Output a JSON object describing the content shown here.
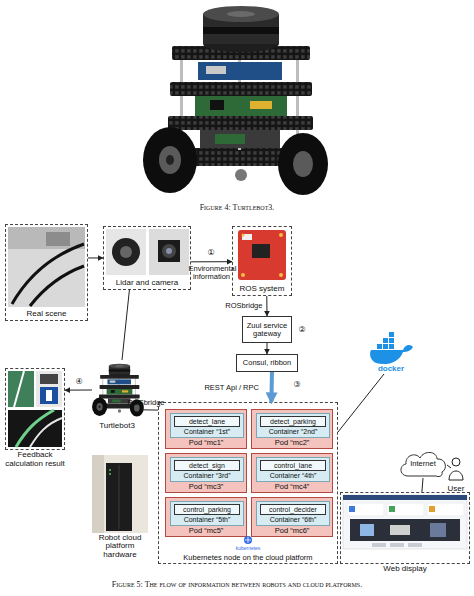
{
  "diagram": {
    "caption": "Figure 5: The flow of information between robots and cloud platforms.",
    "nodes": [
      {
        "text": [
          "Real scene"
        ]
      },
      {
        "text": [
          "Lidar and camera"
        ]
      },
      {
        "text": [
          "ROS system"
        ]
      },
      {
        "text": [
          "Zuul service gateway"
        ]
      },
      {
        "text": [
          "Consul, ribbon"
        ]
      },
      {
        "text": [
          "Feedback calculation result"
        ]
      },
      {
        "text": [
          "Turtlebot3"
        ]
      },
      {
        "text": [
          "Kubernetes node on the cloud platform"
        ]
      },
      {
        "text": [
          "Pod “mc1”"
        ],
        "in": 7
      },
      {
        "text": [
          "Container “1st”"
        ],
        "in": 8
      },
      {
        "text": [
          "detect_lane"
        ],
        "in": 9
      },
      {
        "text": [
          "Pod “mc2”"
        ],
        "in": 7
      },
      {
        "text": [
          "Container “2nd”"
        ],
        "in": 11
      },
      {
        "text": [
          "detect_parking"
        ],
        "in": 12
      },
      {
        "text": [
          "Pod “mc3”"
        ],
        "in": 7
      },
      {
        "text": [
          "Container “3rd”"
        ],
        "in": 14
      },
      {
        "text": [
          "detect_sign"
        ],
        "in": 15
      },
      {
        "text": [
          "Pod “mc4”"
        ],
        "in": 7
      },
      {
        "text": [
          "Container “4th”"
        ],
        "in": 17
      },
      {
        "text": [
          "control_lane"
        ],
        "in": 18
      },
      {
        "text": [
          "Pod “mc5”"
        ],
        "in": 7
      },
      {
        "text": [
          "Container “5th”"
        ],
        "in": 20
      },
      {
        "text": [
          "control_parking"
        ],
        "in": 21
      },
      {
        "text": [
          "Pod “mc6”"
        ],
        "in": 7
      },
      {
        "text": [
          "Container “6th”"
        ],
        "in": 23
      },
      {
        "text": [
          "control_decider"
        ],
        "in": 24
      },
      {
        "text": [
          "Robot cloud platform hardware"
        ]
      },
      {
        "text": [
          "Internet"
        ]
      },
      {
        "text": [
          "Web display"
        ]
      }
    ],
    "edges": [
      {
        "from": 0,
        "to": 1,
        "arrow": "to"
      },
      {
        "from": 1,
        "to": 2,
        "label": "Environmental information",
        "arrow": "to"
      },
      {
        "from": 2,
        "to": 3,
        "label": "ROSbridge",
        "arrow": "to"
      },
      {
        "from": 3,
        "to": 4,
        "arrow": "to"
      },
      {
        "from": 4,
        "to": 7,
        "label": "REST Api / RPC",
        "arrow": "to"
      },
      {
        "from": 7,
        "to": 6,
        "label": "ROSbridge",
        "arrow": "none"
      },
      {
        "from": 6,
        "to": 1,
        "arrow": "none"
      },
      {
        "from": 6,
        "to": 5,
        "arrow": "to"
      },
      {
        "from": 27,
        "to": 28,
        "arrow": "none"
      }
    ],
    "labels": [
      "Figure 4: Turtlebot3.",
      "①",
      "②",
      "③",
      "④",
      "docker",
      "kubernetes",
      "User"
    ]
  }
}
